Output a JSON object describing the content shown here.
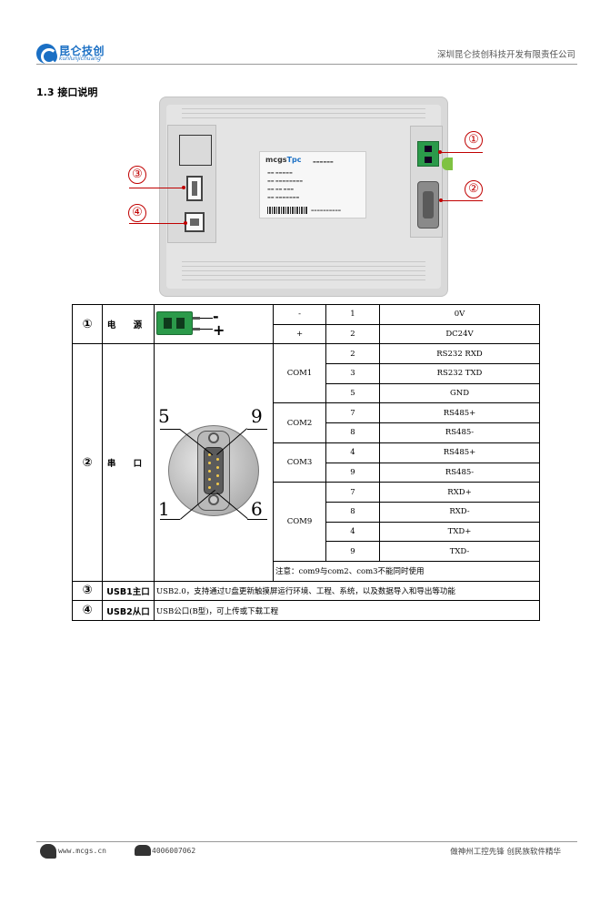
{
  "header": {
    "logo_cn": "昆仑技创",
    "logo_en": "kunlunjichuang",
    "company": "深圳昆仑技创科技开发有限责任公司"
  },
  "section": {
    "title": "1.3 接口说明"
  },
  "figure": {
    "callouts": [
      "③",
      "④",
      "①",
      "②"
    ],
    "label_brand": "mcgsTpc"
  },
  "table": {
    "power": {
      "num": "①",
      "name": "电 源",
      "conn_minus": "-",
      "conn_plus": "+",
      "rows": [
        {
          "signal": "-",
          "pin": "1",
          "desc": "0V"
        },
        {
          "signal": "+",
          "pin": "2",
          "desc": "DC24V"
        }
      ]
    },
    "serial": {
      "num": "②",
      "name": "串 口",
      "diagram_labels": {
        "top_left": "5",
        "top_right": "9",
        "bottom_left": "1",
        "bottom_right": "6"
      },
      "groups": [
        {
          "port": "COM1",
          "rows": [
            {
              "pin": "2",
              "desc": "RS232 RXD"
            },
            {
              "pin": "3",
              "desc": "RS232 TXD"
            },
            {
              "pin": "5",
              "desc": "GND"
            }
          ]
        },
        {
          "port": "COM2",
          "rows": [
            {
              "pin": "7",
              "desc": "RS485+"
            },
            {
              "pin": "8",
              "desc": "RS485-"
            }
          ]
        },
        {
          "port": "COM3",
          "rows": [
            {
              "pin": "4",
              "desc": "RS485+"
            },
            {
              "pin": "9",
              "desc": "RS485-"
            }
          ]
        },
        {
          "port": "COM9",
          "rows": [
            {
              "pin": "7",
              "desc": "RXD+"
            },
            {
              "pin": "8",
              "desc": "RXD-"
            },
            {
              "pin": "4",
              "desc": "TXD+"
            },
            {
              "pin": "9",
              "desc": "TXD-"
            }
          ]
        }
      ],
      "note": "注意：com9与com2、com3不能同时使用"
    },
    "usb1": {
      "num": "③",
      "name": "USB1主口",
      "desc": "USB2.0，支持通过U盘更新触摸屏运行环境、工程、系统，以及数据导入和导出等功能"
    },
    "usb2": {
      "num": "④",
      "name": "USB2从口",
      "desc": "USB公口(B型)，可上传或下载工程"
    }
  },
  "footer": {
    "website": "www.mcgs.cn",
    "phone": "4006007062",
    "slogan": "做神州工控先锋 创民族软件精华"
  }
}
